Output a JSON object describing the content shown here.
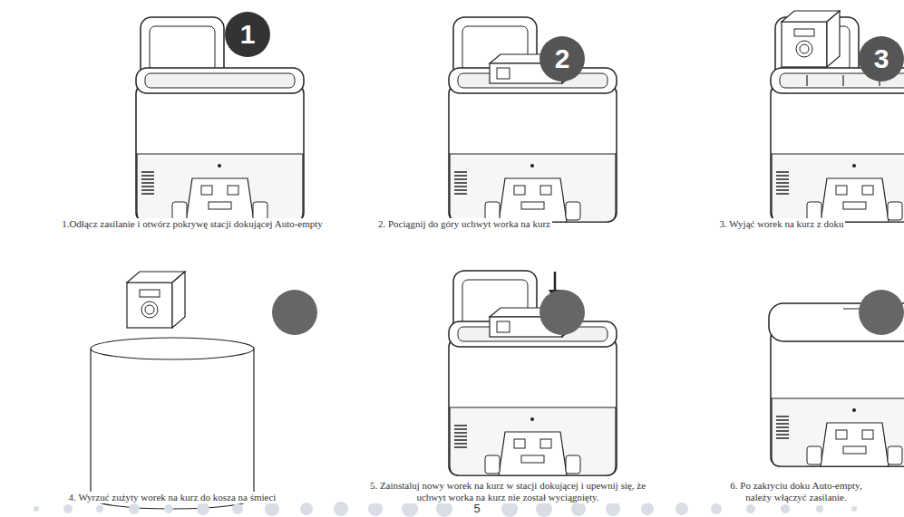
{
  "diagram": {
    "labels": [
      "1",
      "1.Odłącz zasilanie i otwórz pokrywę stacji dokującej Auto-empty",
      "2",
      "2. Pociągnij do góry uchwyt worka na kurz",
      "3",
      "3.  Wyjąć worek na kurz z doku",
      "4. Wyrzuć zużyty worek na kurz do kosza na śmieci",
      "5. Zainstaluj nowy worek na kurz w stacji dokującej i upewnij się, że uchwyt worka na kurz nie został wyciągnięty.",
      "6. Po zakryciu doku Auto-empty, należy włączyć zasilanie.",
      "5"
    ]
  }
}
